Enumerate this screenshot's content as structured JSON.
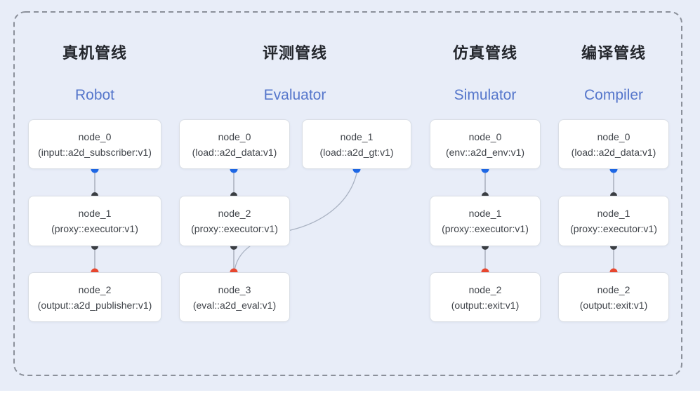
{
  "figure": {
    "background_color": "#E8EDF8",
    "dashed_border_color": "#8B909A",
    "bottom_strip_color": "#FFFFFF"
  },
  "colors": {
    "title_zh": "#24272D",
    "title_en": "#5576CB",
    "node_text": "#3F4349",
    "node_border": "#DADEE5",
    "node_background": "#FFFFFF",
    "connector_line": "#98A0AD",
    "curve_line": "#A9B2C2",
    "output_port_dot": "#1E68E6",
    "input_port_dot": "#3B3E43",
    "final_port_dot": "#E8472F"
  },
  "pipelines": [
    {
      "title_zh": "真机管线",
      "title_en": "Robot",
      "nodes": [
        {
          "name": "node_0",
          "impl": "(input::a2d_subscriber:v1)"
        },
        {
          "name": "node_1",
          "impl": "(proxy::executor:v1)"
        },
        {
          "name": "node_2",
          "impl": "(output::a2d_publisher:v1)"
        }
      ]
    },
    {
      "title_zh": "评测管线",
      "title_en": "Evaluator",
      "nodes": [
        {
          "name": "node_0",
          "impl": "(load::a2d_data:v1)"
        },
        {
          "name": "node_1",
          "impl": "(load::a2d_gt:v1)"
        },
        {
          "name": "node_2",
          "impl": "(proxy::executor:v1)"
        },
        {
          "name": "node_3",
          "impl": "(eval::a2d_eval:v1)"
        }
      ]
    },
    {
      "title_zh": "仿真管线",
      "title_en": "Simulator",
      "nodes": [
        {
          "name": "node_0",
          "impl": "(env::a2d_env:v1)"
        },
        {
          "name": "node_1",
          "impl": "(proxy::executor:v1)"
        },
        {
          "name": "node_2",
          "impl": "(output::exit:v1)"
        }
      ]
    },
    {
      "title_zh": "编译管线",
      "title_en": "Compiler",
      "nodes": [
        {
          "name": "node_0",
          "impl": "(load::a2d_data:v1)"
        },
        {
          "name": "node_1",
          "impl": "(proxy::executor:v1)"
        },
        {
          "name": "node_2",
          "impl": "(output::exit:v1)"
        }
      ]
    }
  ]
}
